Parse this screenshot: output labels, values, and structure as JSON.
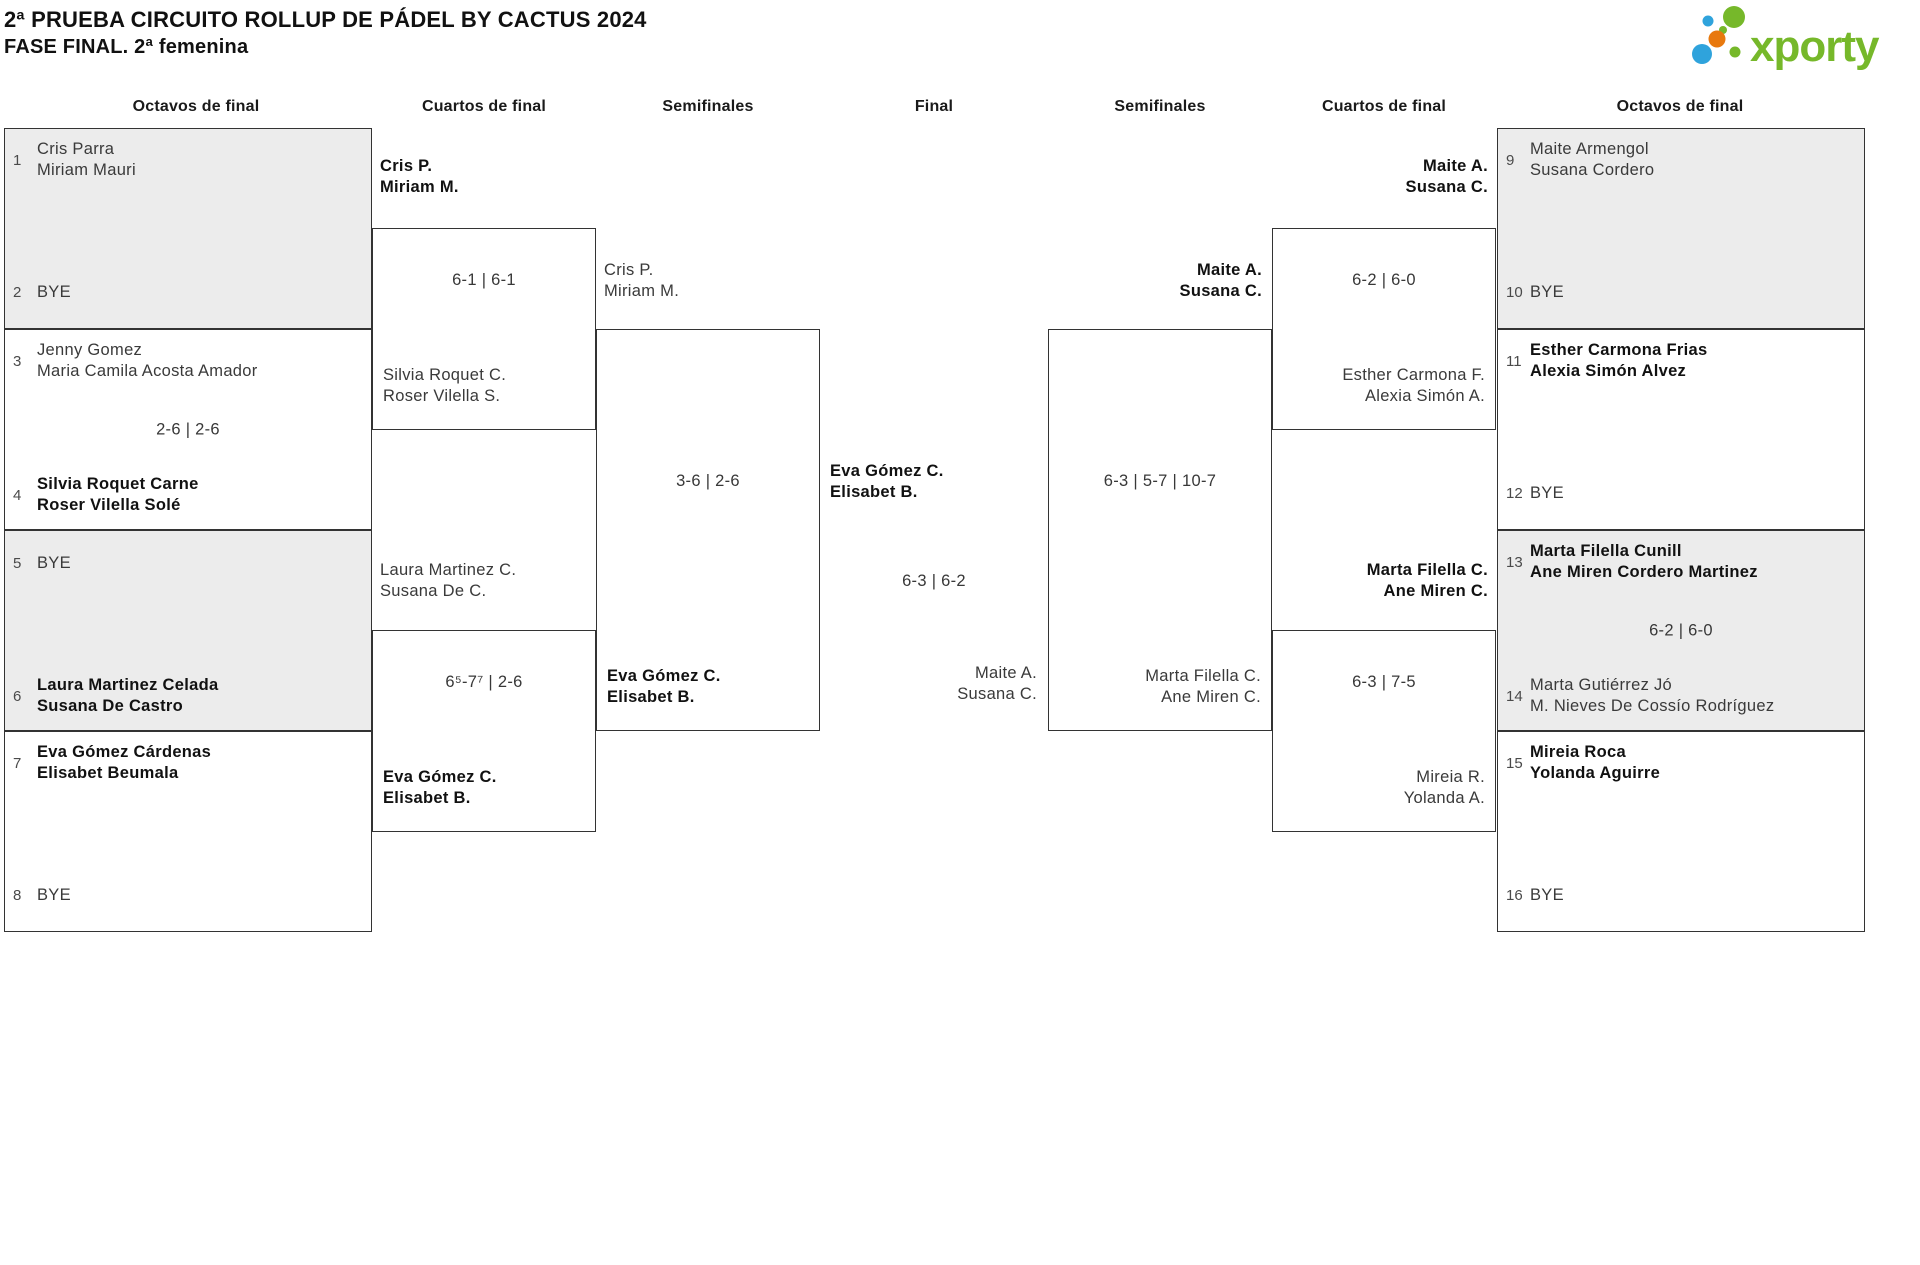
{
  "title": {
    "line1": "2ª PRUEBA CIRCUITO ROLLUP DE PÁDEL BY CACTUS 2024",
    "line2": "FASE FINAL. 2ª femenina"
  },
  "logo": {
    "text": "xporty",
    "green": "#76b82a",
    "blue": "#2fa3dc",
    "orange": "#e8790e"
  },
  "colors": {
    "box_fill_gray": "#ececec",
    "box_border": "#333333",
    "text_regular": "#3a3a3a",
    "text_winner": "#111111",
    "seed": "#4a4a4a"
  },
  "rounds": {
    "headers": [
      "Octavos de final",
      "Cuartos de final",
      "Semifinales",
      "Final",
      "Semifinales",
      "Cuartos de final",
      "Octavos de final"
    ]
  },
  "r16": [
    {
      "seed_a": "1",
      "a1": "Cris Parra",
      "a2": "Miriam Mauri",
      "seed_b": "2",
      "bye_b": "BYE",
      "score": ""
    },
    {
      "seed_a": "3",
      "a1": "Jenny Gomez",
      "a2": "Maria Camila Acosta Amador",
      "score": "2-6 | 2-6",
      "seed_b": "4",
      "b1": "Silvia Roquet Carne",
      "b2": "Roser Vilella Solé"
    },
    {
      "seed_a": "5",
      "bye_a": "BYE",
      "seed_b": "6",
      "b1": "Laura Martinez Celada",
      "b2": "Susana De Castro",
      "score": ""
    },
    {
      "seed_a": "7",
      "a1": "Eva Gómez Cárdenas",
      "a2": "Elisabet Beumala",
      "seed_b": "8",
      "bye_b": "BYE",
      "score": ""
    },
    {
      "seed_a": "9",
      "a1": "Maite Armengol",
      "a2": "Susana Cordero",
      "seed_b": "10",
      "bye_b": "BYE",
      "score": ""
    },
    {
      "seed_a": "11",
      "a1": "Esther Carmona Frias",
      "a2": "Alexia Simón Alvez",
      "seed_b": "12",
      "bye_b": "BYE",
      "score": ""
    },
    {
      "seed_a": "13",
      "a1": "Marta Filella Cunill",
      "a2": "Ane Miren Cordero Martinez",
      "score": "6-2 | 6-0",
      "seed_b": "14",
      "b1": "Marta Gutiérrez Jó",
      "b2": "M. Nieves De Cossío Rodríguez"
    },
    {
      "seed_a": "15",
      "a1": "Mireia Roca",
      "a2": "Yolanda Aguirre",
      "seed_b": "16",
      "bye_b": "BYE",
      "score": ""
    }
  ],
  "qf": [
    {
      "above1": "Cris P.",
      "above2": "Miriam M.",
      "score": "6-1 | 6-1",
      "inner1": "Silvia Roquet C.",
      "inner2": "Roser Vilella S."
    },
    {
      "above1": "Laura Martinez C.",
      "above2": "Susana De C.",
      "score": "6⁵-7⁷ | 2-6",
      "inner1": "Eva Gómez C.",
      "inner2": "Elisabet B."
    },
    {
      "above1": "Maite A.",
      "above2": "Susana C.",
      "score": "6-2 | 6-0",
      "inner1": "Esther Carmona F.",
      "inner2": "Alexia Simón A."
    },
    {
      "above1": "Marta Filella C.",
      "above2": "Ane Miren C.",
      "score": "6-3 | 7-5",
      "inner1": "Mireia R.",
      "inner2": "Yolanda A."
    }
  ],
  "sf": [
    {
      "above1": "Cris P.",
      "above2": "Miriam M.",
      "score": "3-6 | 2-6",
      "inner1": "Eva Gómez C.",
      "inner2": "Elisabet B."
    },
    {
      "above1": "Maite A.",
      "above2": "Susana C.",
      "score": "6-3 | 5-7 | 10-7",
      "inner1": "Marta Filella C.",
      "inner2": "Ane Miren C."
    }
  ],
  "final": {
    "winner1": "Eva Gómez C.",
    "winner2": "Elisabet B.",
    "score": "6-3 | 6-2",
    "runner1": "Maite A.",
    "runner2": "Susana C."
  }
}
